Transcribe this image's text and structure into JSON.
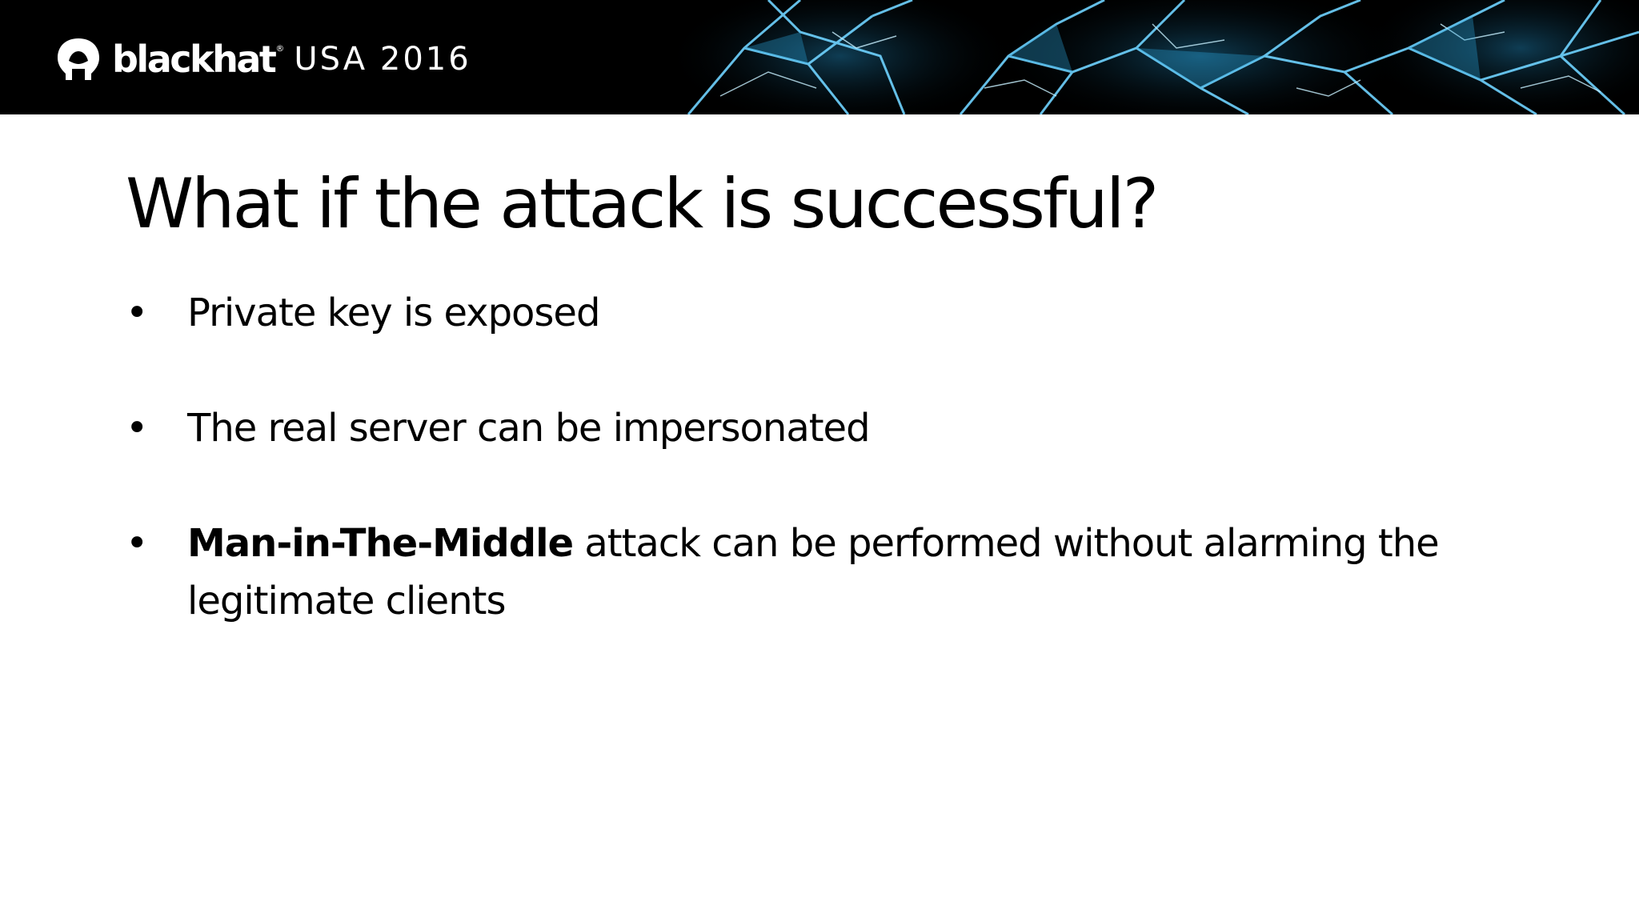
{
  "header": {
    "logo_name": "blackhat",
    "logo_registered": "®",
    "event": "USA 2016",
    "icon": "blackhat-logo-icon"
  },
  "slide": {
    "title": "What if the attack is successful?",
    "bullet_glyph": "•",
    "bullets": [
      {
        "text": "Private key is exposed"
      },
      {
        "text": "The real server can be impersonated"
      },
      {
        "strong": "Man-in-The-Middle",
        "text": " attack can be performed without alarming the legitimate clients"
      }
    ]
  },
  "colors": {
    "header_background": "#000000",
    "header_glass_accent": "#2aa3d9",
    "text": "#000000",
    "background": "#ffffff"
  }
}
